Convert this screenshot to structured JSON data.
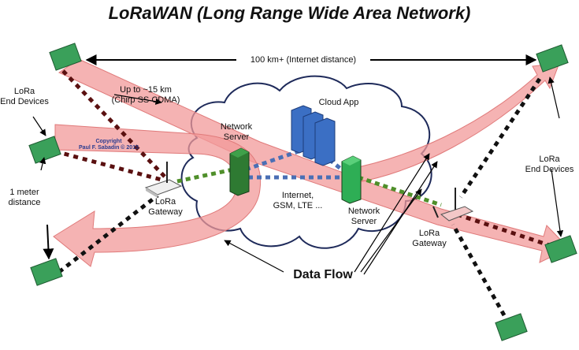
{
  "title": "LoRaWAN (Long Range Wide Area Network)",
  "labels": {
    "distance_top": "100 km+ (Internet distance)",
    "range_line1": "Up to ~15 km",
    "range_line2": "(Chirp SS CDMA)",
    "end_devices_left_line1": "LoRa",
    "end_devices_left_line2": "End Devices",
    "end_devices_right_line1": "LoRa",
    "end_devices_right_line2": "End Devices",
    "meter_line1": "1 meter",
    "meter_line2": "distance",
    "gateway_left_line1": "LoRa",
    "gateway_left_line2": "Gateway",
    "gateway_right_line1": "LoRa",
    "gateway_right_line2": "Gateway",
    "network_server_left_line1": "Network",
    "network_server_left_line2": "Server",
    "network_server_right_line1": "Network",
    "network_server_right_line2": "Server",
    "cloud_app": "Cloud App",
    "internet_line1": "Internet,",
    "internet_line2": "GSM, LTE ...",
    "data_flow": "Data Flow",
    "copyright_line1": "Copyright",
    "copyright_line2": "Paul F. Sabadin © 2015"
  },
  "colors": {
    "arrow_fill": "#f29a9a",
    "server_green": "#2e8b3a",
    "cloud_app_blue": "#3b6fc4",
    "link_green": "#3f8f2a",
    "link_blue": "#4a6fb5",
    "device_green": "#3aa05a"
  }
}
